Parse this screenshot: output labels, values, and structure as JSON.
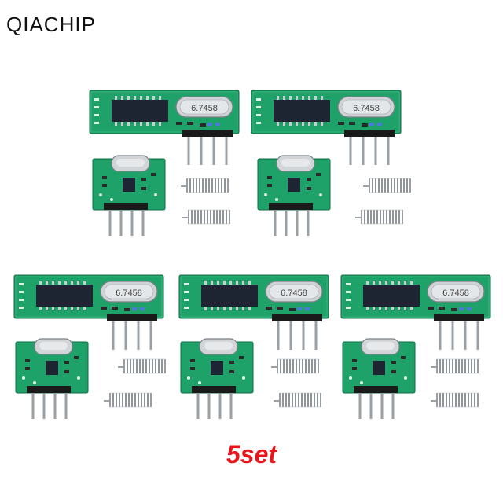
{
  "brand": {
    "text": "QIACHIP"
  },
  "caption": {
    "text": "5set",
    "color": "#e8161b"
  },
  "product": {
    "set_count": 5,
    "crystal_marking": "6.7458",
    "pcb_color": "#1fa26a",
    "pin_color": "#9aa0a5"
  }
}
